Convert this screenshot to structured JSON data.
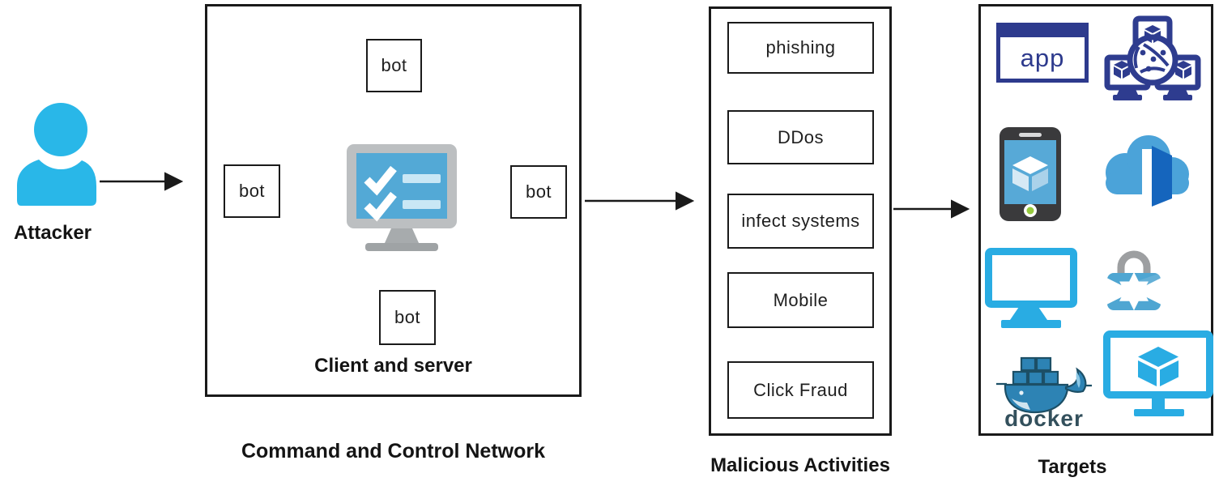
{
  "attacker": {
    "label": "Attacker"
  },
  "cnc": {
    "bots": [
      "bot",
      "bot",
      "bot",
      "bot"
    ],
    "inner_label": "Client and server",
    "label": "Command and Control Network"
  },
  "malicious": {
    "items": [
      "phishing",
      "DDos",
      "infect systems",
      "Mobile",
      "Click Fraud"
    ],
    "label": "Malicious Activities"
  },
  "targets": {
    "label": "Targets",
    "app_label": "app",
    "docker_label": "docker",
    "icon_names": [
      "app-window-icon",
      "virtual-network-icon",
      "mobile-phone-icon",
      "cloud-door-icon",
      "monitor-icon",
      "padlock-arrows-icon",
      "docker-whale-icon",
      "monitor-cube-icon"
    ]
  },
  "colors": {
    "accent_cyan": "#29b7e8",
    "server_screen_blue": "#53a9d6",
    "navy": "#2d3a8d",
    "cloud_blue": "#4ba3d9",
    "door_blue": "#1565bd",
    "monitor_cyan": "#29ace3",
    "lock_blue": "#4fa6d2",
    "docker_blue": "#2d83b4",
    "phone_green": "#95c93d",
    "line_black": "#1a1a1a"
  }
}
